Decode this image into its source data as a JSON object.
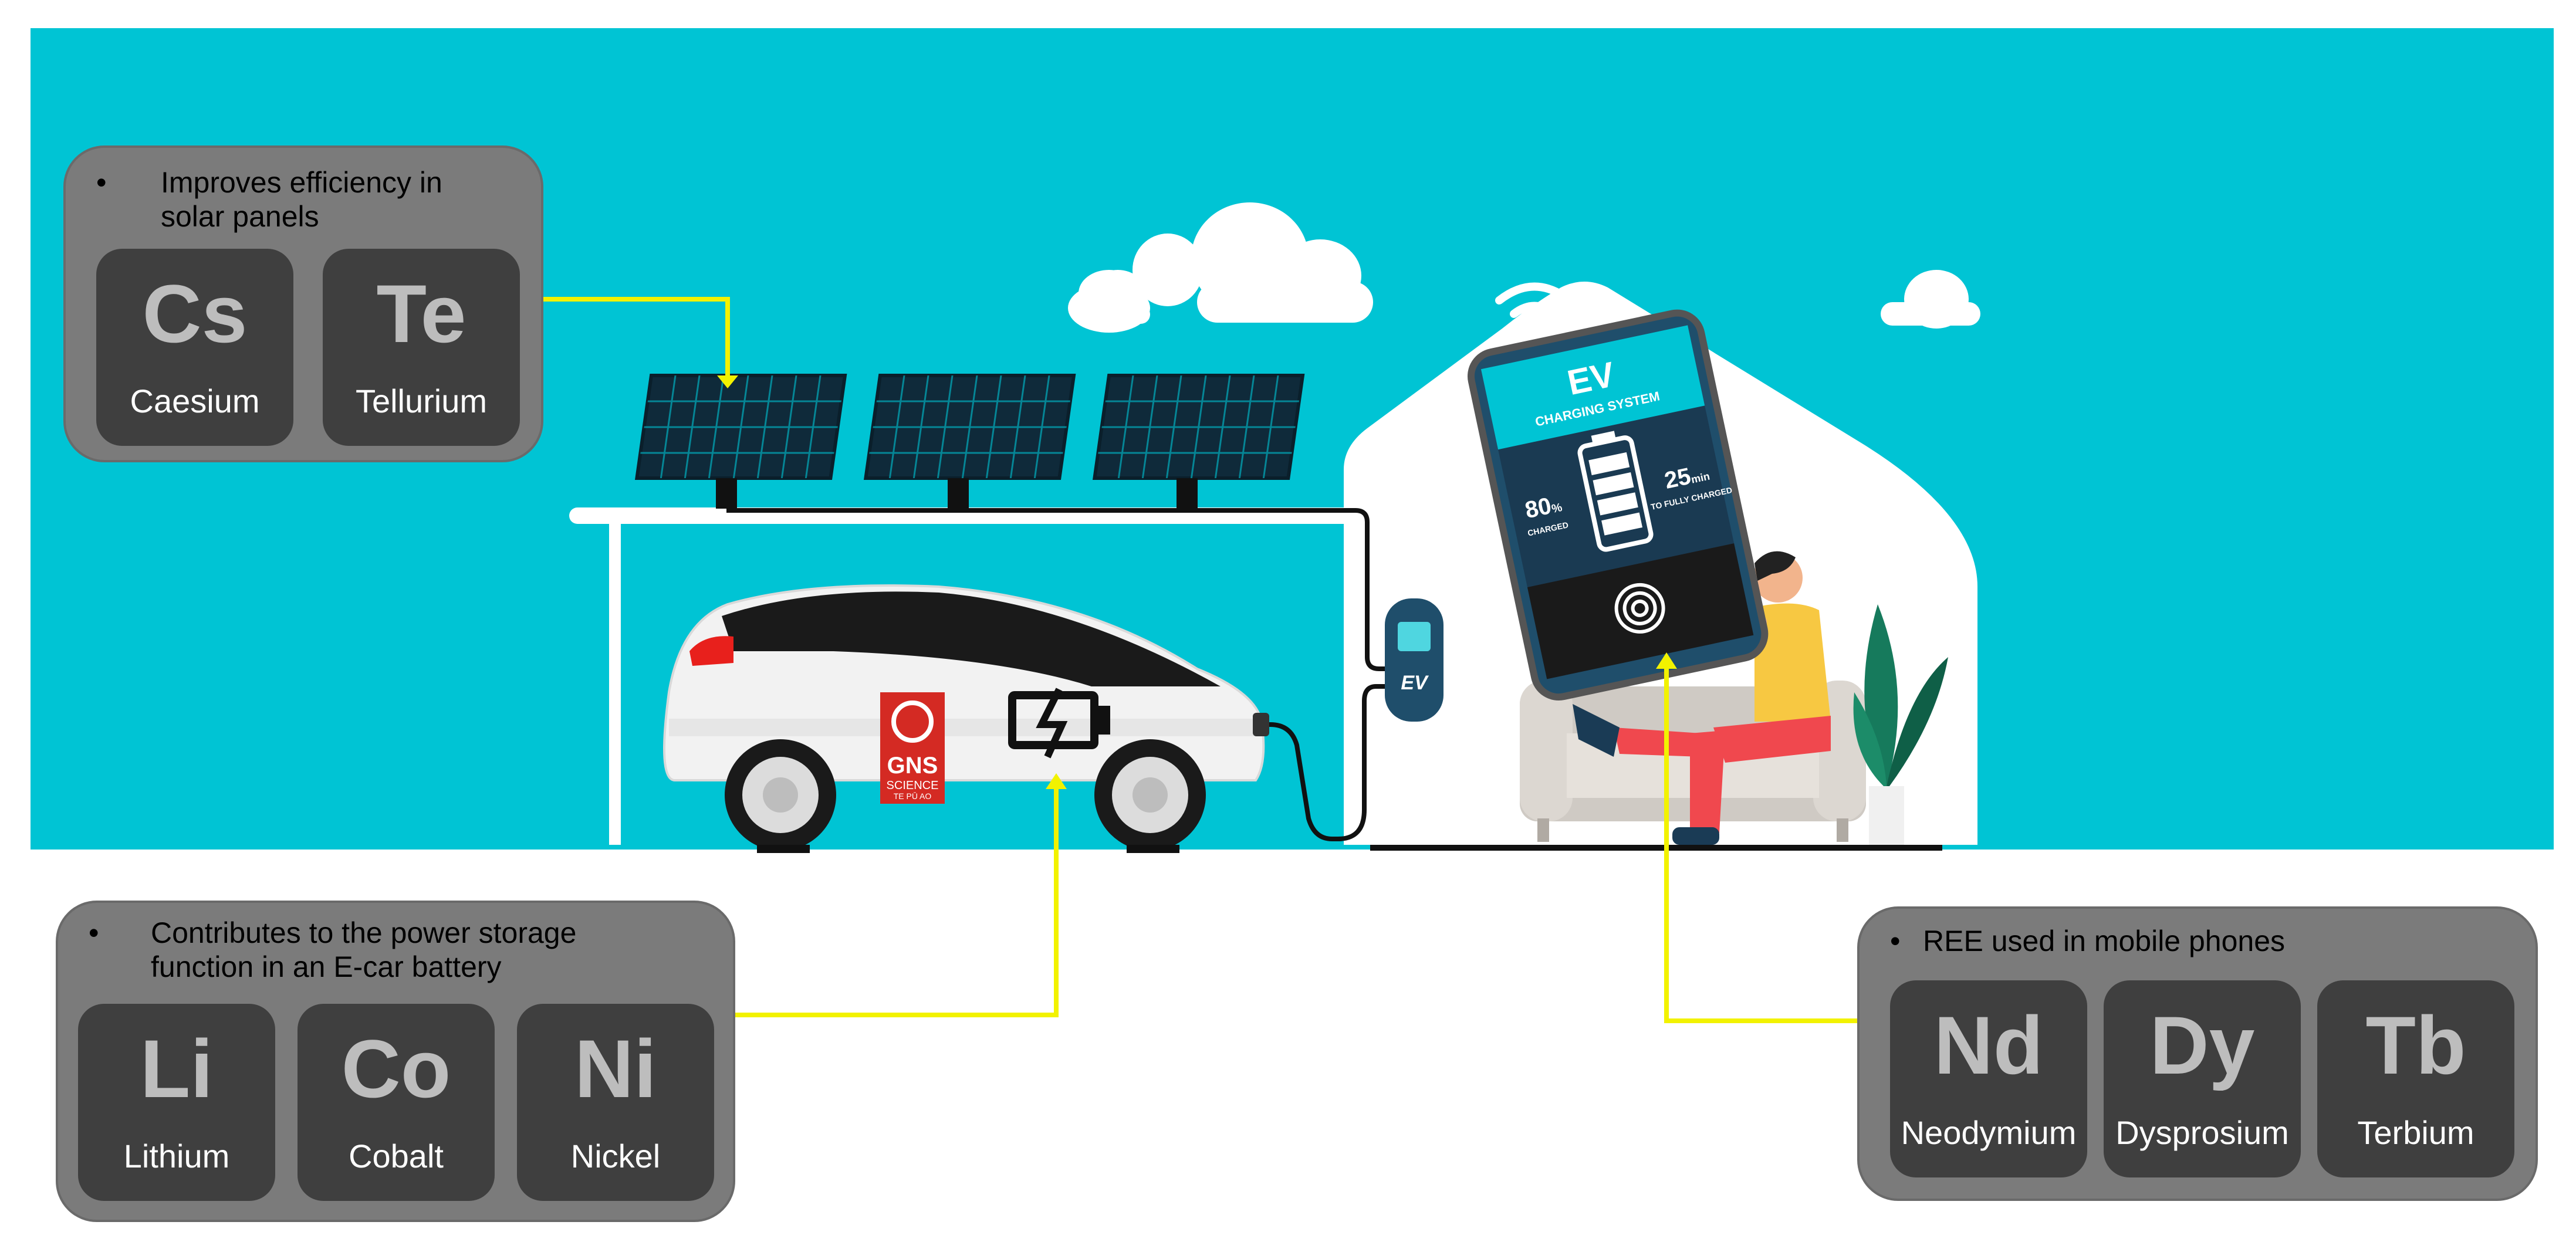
{
  "panels": {
    "solar": {
      "bullet": "Improves efficiency in solar panels",
      "elements": [
        {
          "symbol": "Cs",
          "name": "Caesium"
        },
        {
          "symbol": "Te",
          "name": "Tellurium"
        }
      ]
    },
    "battery": {
      "bullet": "Contributes to the power storage function in an E-car battery",
      "elements": [
        {
          "symbol": "Li",
          "name": "Lithium"
        },
        {
          "symbol": "Co",
          "name": "Cobalt"
        },
        {
          "symbol": "Ni",
          "name": "Nickel"
        }
      ]
    },
    "phones": {
      "bullet": "REE used in mobile phones",
      "elements": [
        {
          "symbol": "Nd",
          "name": "Neodymium"
        },
        {
          "symbol": "Dy",
          "name": "Dysprosium"
        },
        {
          "symbol": "Tb",
          "name": "Terbium"
        }
      ]
    }
  },
  "bullet_char": "•",
  "phone_screen": {
    "ev": "EV",
    "subtitle": "CHARGING SYSTEM",
    "left_value": "80",
    "left_unit": "%",
    "left_label": "CHARGED",
    "right_value": "25",
    "right_unit": "min",
    "right_label": "TO FULLY CHARGED"
  },
  "charger_label": "EV",
  "car_logo": {
    "main": "GNS",
    "sub": "SCIENCE",
    "tag": "TE PŪ AO"
  },
  "colors": {
    "sky": "#00c4d4",
    "panel": "#7b7b7b",
    "tile": "#3f3f3f",
    "connector": "#f2f200",
    "house": "#ffffff",
    "solar": "#0f2a3a"
  }
}
